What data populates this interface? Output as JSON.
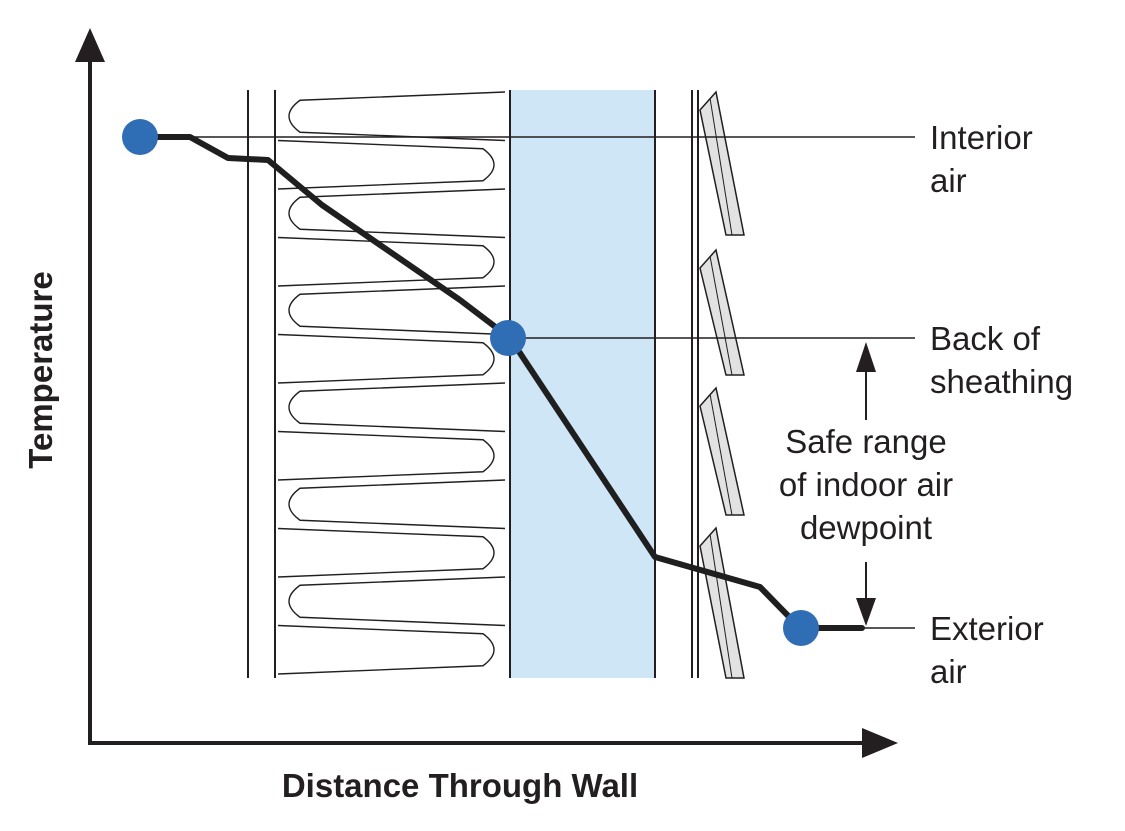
{
  "axes": {
    "y_label": "Temperature",
    "x_label": "Distance Through Wall"
  },
  "labels": {
    "interior": {
      "line1": "Interior",
      "line2": "air"
    },
    "sheathing": {
      "line1": "Back of",
      "line2": "sheathing"
    },
    "exterior": {
      "line1": "Exterior",
      "line2": "air"
    },
    "safe_range": {
      "line1": "Safe range",
      "line2": "of indoor air",
      "line3": "dewpoint"
    }
  },
  "colors": {
    "ink": "#231f20",
    "sheathing_fill": "#cfe6f7",
    "marker": "#2f6db5",
    "siding_fill": "#e2e2e2"
  },
  "icons": {
    "markers": "circle-marker-icon",
    "arrows": "arrow-icon"
  }
}
